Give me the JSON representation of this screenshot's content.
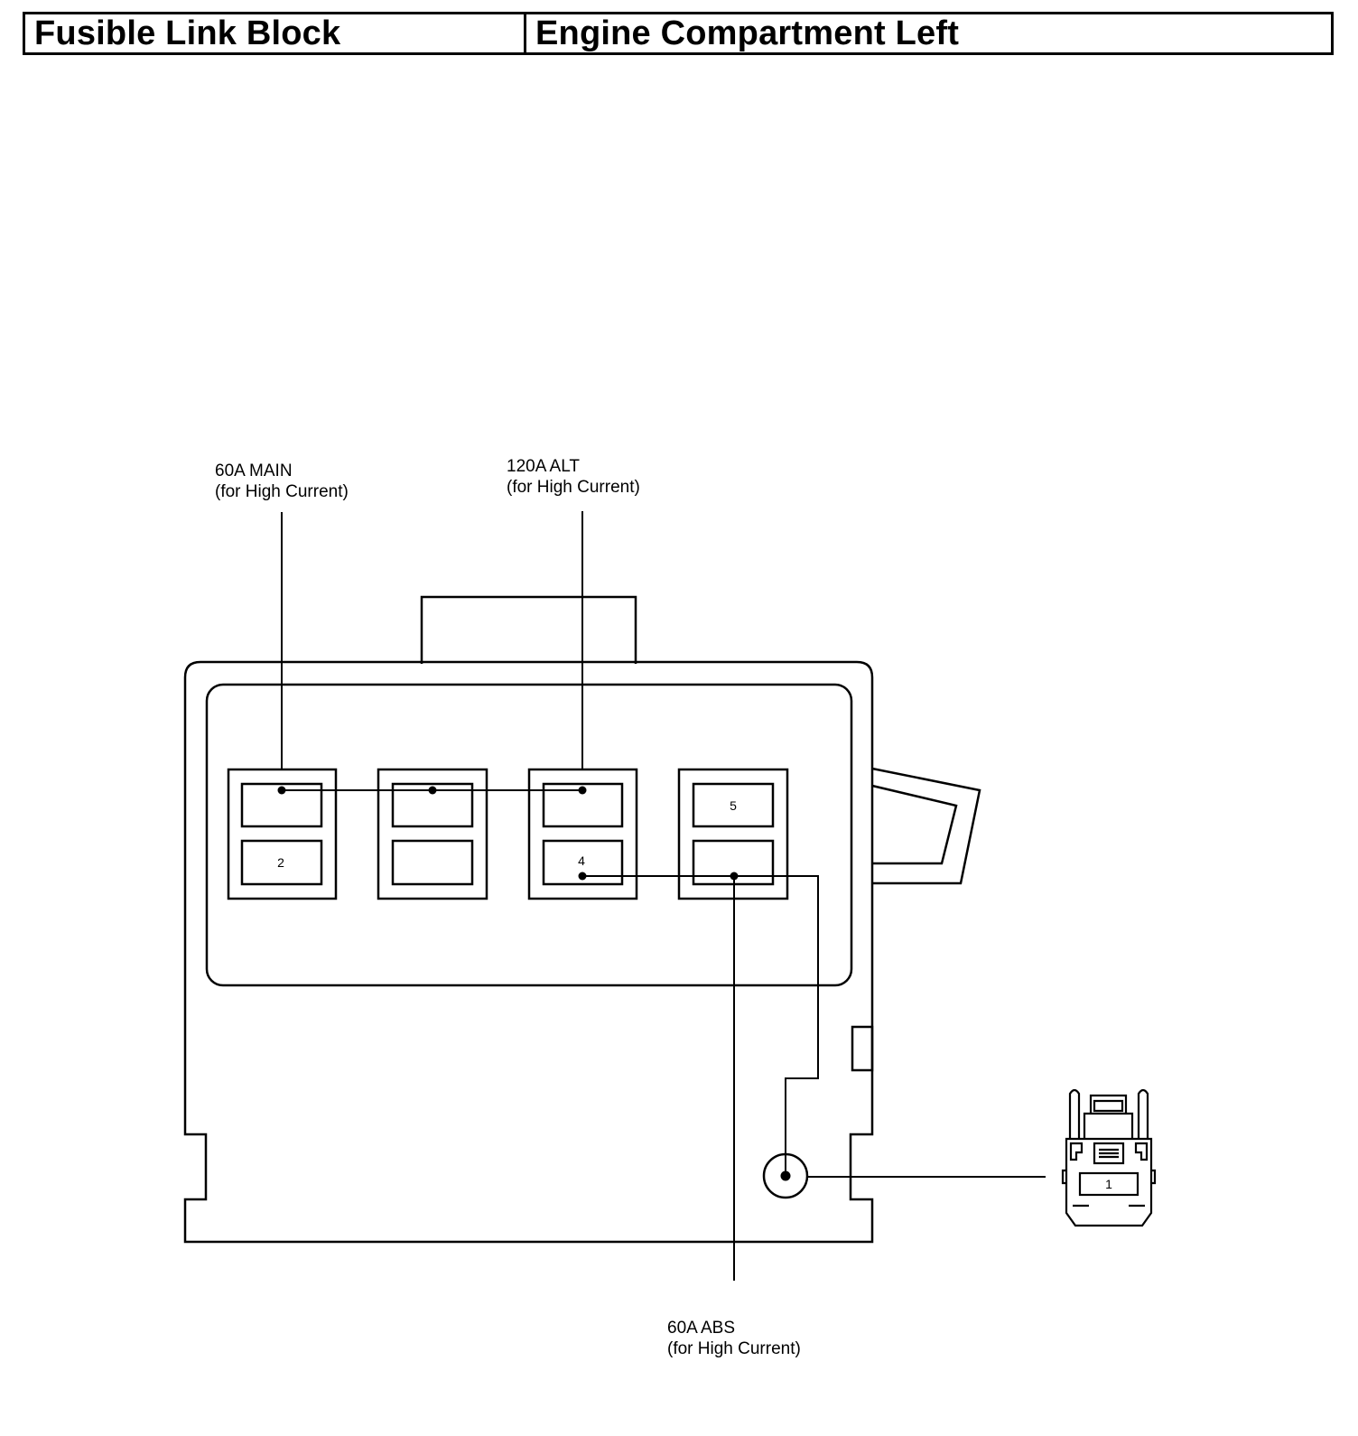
{
  "header": {
    "left_title": "Fusible Link Block",
    "right_title": "Engine Compartment Left"
  },
  "labels": {
    "main": {
      "line1": "60A MAIN",
      "line2": "(for High Current)"
    },
    "alt": {
      "line1": "120A ALT",
      "line2": "(for High Current)"
    },
    "abs": {
      "line1": "60A ABS",
      "line2": "(for High Current)"
    }
  },
  "fuse_numbers": {
    "slot_2": "2",
    "slot_4": "4",
    "slot_5": "5"
  },
  "connector": {
    "terminal": "1"
  },
  "colors": {
    "line": "#000000",
    "background": "#ffffff"
  }
}
